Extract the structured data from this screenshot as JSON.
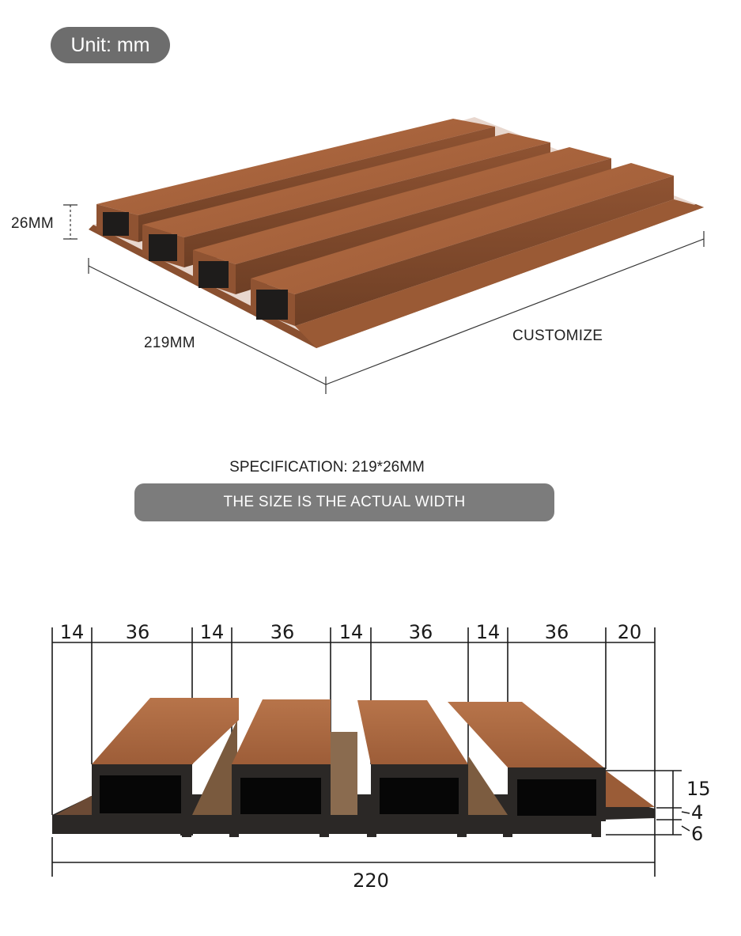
{
  "unit_badge": "Unit: mm",
  "top_view": {
    "height_label": "26MM",
    "width_label": "219MM",
    "length_label": "CUSTOMIZE"
  },
  "specification": "SPECIFICATION: 219*26MM",
  "actual_width_note": "THE SIZE IS THE ACTUAL WIDTH",
  "cross_section": {
    "top_dims": [
      "14",
      "36",
      "14",
      "36",
      "14",
      "36",
      "14",
      "36",
      "20"
    ],
    "side_dims": [
      "15",
      "4",
      "6"
    ],
    "total_width": "220"
  },
  "colors": {
    "wood": "#a8633d",
    "wood_top": "#b8764e",
    "wood_dark": "#7d4a2d",
    "core": "#2b2826",
    "badge": "#6d6d6d"
  }
}
